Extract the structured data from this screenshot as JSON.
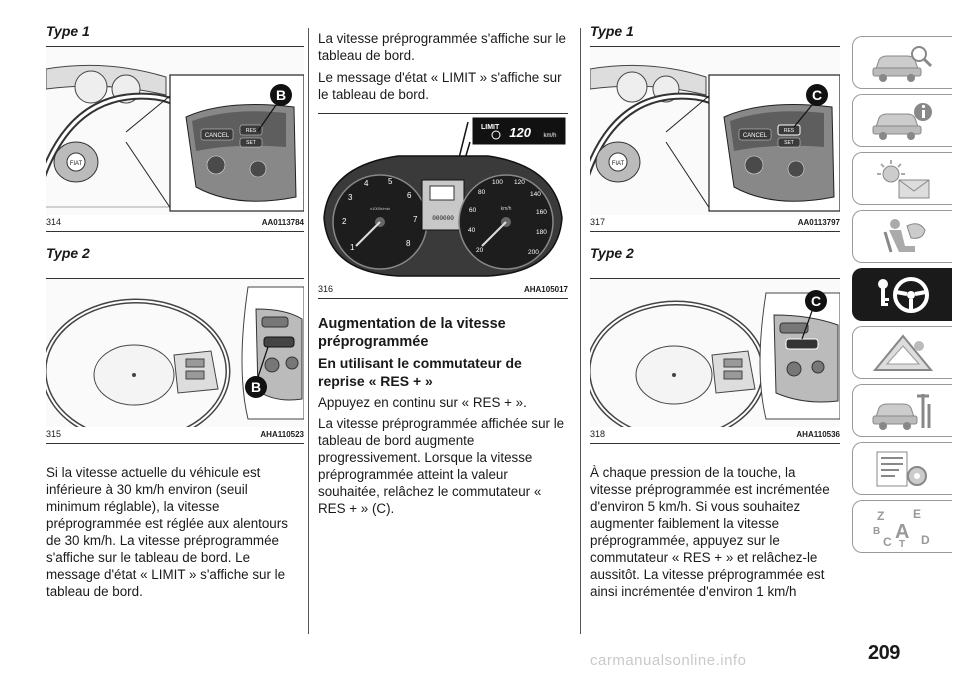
{
  "col1": {
    "type1_heading": "Type 1",
    "fig314": {
      "num": "314",
      "code": "AA0113784",
      "tags": [
        "CANCEL",
        "RES",
        "SET",
        "FIAT"
      ],
      "callout": "B"
    },
    "type2_heading": "Type 2",
    "fig315": {
      "num": "315",
      "code": "AHA110523",
      "callout": "B"
    },
    "paragraph": "Si la vitesse actuelle du véhicule est inférieure à 30 km/h environ (seuil minimum réglable), la vitesse préprogrammée est réglée aux alentours de 30 km/h. La vitesse préprogrammée s'affiche sur le tableau de bord. Le message d'état « LIMIT » s'affiche sur le tableau de bord."
  },
  "col2": {
    "para1": "La vitesse préprogrammée s'affiche sur le tableau de bord.",
    "para2": "Le message d'état « LIMIT » s'affiche sur le tableau de bord.",
    "fig316": {
      "num": "316",
      "code": "AHA105017",
      "display_label": "LIMIT",
      "display_value": "120",
      "display_unit": "km/h",
      "tach_ticks": [
        "1",
        "2",
        "3",
        "4",
        "5",
        "6",
        "7",
        "8"
      ],
      "speed_ticks": [
        "20",
        "40",
        "60",
        "80",
        "100",
        "120",
        "140",
        "160",
        "180",
        "200"
      ],
      "speed_unit": "km/h",
      "tach_unit": "x1000r/min",
      "odometer": "000000"
    },
    "section_title": "Augmentation de la vitesse préprogrammée",
    "sub_title": "En utilisant le commutateur de reprise « RES + »",
    "para3": "Appuyez en continu sur « RES + ».",
    "para4": "La vitesse préprogrammée affichée sur le tableau de bord augmente progressivement. Lorsque la vitesse préprogrammée atteint la valeur souhaitée, relâchez le commutateur « RES + » (C)."
  },
  "col3": {
    "type1_heading": "Type 1",
    "fig317": {
      "num": "317",
      "code": "AA0113797",
      "tags": [
        "CANCEL",
        "RES",
        "SET",
        "FIAT"
      ],
      "callout": "C"
    },
    "type2_heading": "Type 2",
    "fig318": {
      "num": "318",
      "code": "AHA110536",
      "callout": "C"
    },
    "paragraph": "À chaque pression de la touche, la vitesse préprogrammée est incrémentée d'environ 5 km/h. Si vous souhaitez augmenter faiblement la vitesse préprogrammée, appuyez sur le commutateur « RES + » et relâchez-le aussitôt. La vitesse préprogrammée est ainsi incrémentée d'environ 1 km/h"
  },
  "side_tabs": [
    {
      "icon": "car-search-icon",
      "active": false
    },
    {
      "icon": "car-info-icon",
      "active": false
    },
    {
      "icon": "warning-light-message-icon",
      "active": false
    },
    {
      "icon": "airbag-seat-icon",
      "active": false
    },
    {
      "icon": "key-steering-wheel-icon",
      "active": true
    },
    {
      "icon": "warning-triangle-icon",
      "active": false
    },
    {
      "icon": "car-tools-icon",
      "active": false
    },
    {
      "icon": "specifications-gear-icon",
      "active": false
    },
    {
      "icon": "alphabetical-index-icon",
      "active": false,
      "letters": [
        "Z",
        "E",
        "B",
        "A",
        "C",
        "T",
        "D"
      ]
    }
  ],
  "page_number": "209",
  "watermark": "carmanualsonline.info"
}
